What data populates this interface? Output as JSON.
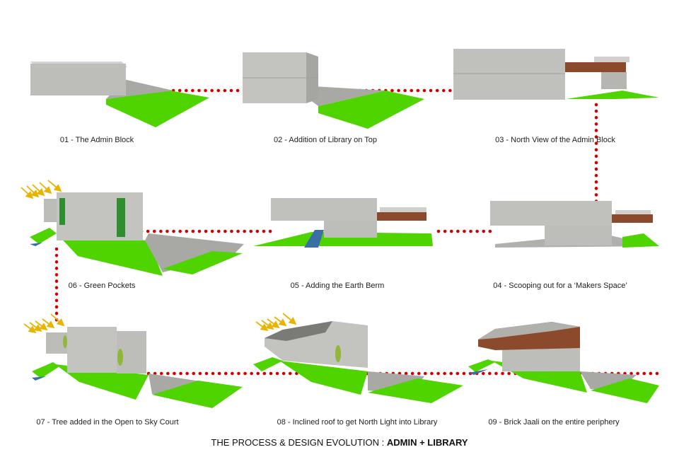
{
  "steps": [
    {
      "caption": "01 - The Admin Block"
    },
    {
      "caption": "02 - Addition of Library on Top"
    },
    {
      "caption": "03 - North View of the Admin Block"
    },
    {
      "caption": "04 - Scooping out for a ‘Makers Space’"
    },
    {
      "caption": "05 - Adding the Earth Berm"
    },
    {
      "caption": "06 - Green Pockets"
    },
    {
      "caption": "07 - Tree added in the Open to Sky Court"
    },
    {
      "caption": "08 - Inclined roof to get North Light into Library"
    },
    {
      "caption": "09 - Brick Jaali on the entire periphery"
    }
  ],
  "title": {
    "prefix": "THE PROCESS & DESIGN EVOLUTION : ",
    "emphasis": "ADMIN + LIBRARY"
  },
  "colors": {
    "green": "#4fd400",
    "concrete": "#bfbfbb",
    "concrete_dark": "#9a9a96",
    "brick": "#8b4a2b",
    "path": "#d40000",
    "sun": "#e8b400",
    "water": "#3a6ea5"
  }
}
